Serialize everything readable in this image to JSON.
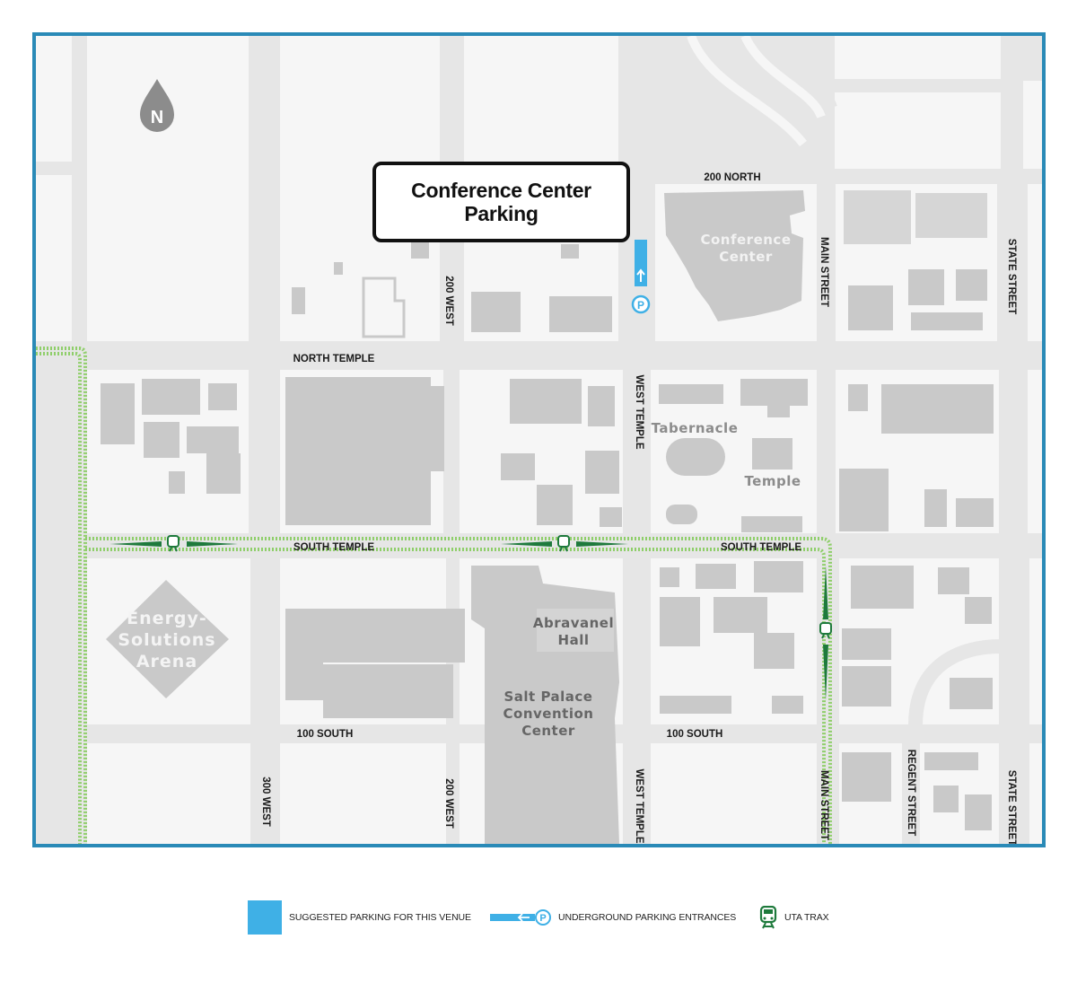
{
  "map": {
    "title_line1": "Conference Center",
    "title_line2": "Parking",
    "north_label": "N",
    "streets": {
      "two_hundred_north": "200 NORTH",
      "north_temple": "NORTH TEMPLE",
      "south_temple_west": "SOUTH TEMPLE",
      "south_temple_east": "SOUTH TEMPLE",
      "one_hundred_south_west": "100 SOUTH",
      "one_hundred_south_east": "100 SOUTH",
      "two_hundred_west_north": "200 WEST",
      "two_hundred_west_south": "200 WEST",
      "three_hundred_west": "300 WEST",
      "west_temple_north": "WEST TEMPLE",
      "west_temple_south": "WEST TEMPLE",
      "main_street_north": "MAIN STREET",
      "main_street_south": "MAIN STREET",
      "state_street_north": "STATE STREET",
      "state_street_south": "STATE STREET",
      "regent_street": "REGENT STREET"
    },
    "buildings": {
      "conference_center_1": "Conference",
      "conference_center_2": "Center",
      "tabernacle": "Tabernacle",
      "temple": "Temple",
      "arena_1": "Energy-",
      "arena_2": "Solutions",
      "arena_3": "Arena",
      "abravanel_1": "Abravanel",
      "abravanel_2": "Hall",
      "salt_palace_1": "Salt Palace",
      "salt_palace_2": "Convention",
      "salt_palace_3": "Center"
    },
    "parking_symbol": "P"
  },
  "legend": {
    "suggested_parking": "SUGGESTED PARKING FOR THIS VENUE",
    "underground_entrances": "UNDERGROUND PARKING ENTRANCES",
    "trax": "UTA TRAX"
  },
  "colors": {
    "frame": "#2a8ab7",
    "parking_blue": "#3fb0e6",
    "trax_green": "#1e7a3c",
    "trax_line": "#8fce6a",
    "building": "#c9c9c9",
    "block": "#f5f5f5",
    "road": "#e6e6e6"
  },
  "icons": [
    "north-pin-icon",
    "parking-p-icon",
    "entrance-arrow-icon",
    "train-icon"
  ]
}
